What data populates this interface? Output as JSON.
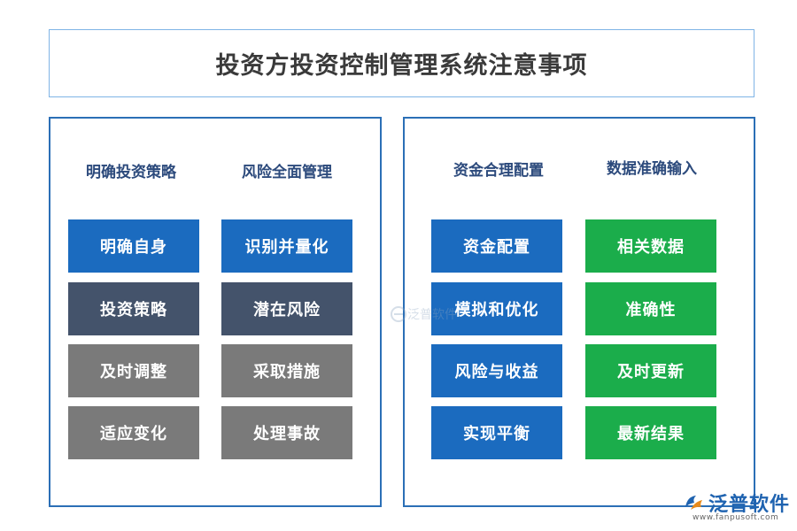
{
  "title": "投资方投资控制管理系统注意事项",
  "colors": {
    "blue": "#1b6bbf",
    "dark": "#44536b",
    "gray": "#7a7a7a",
    "green": "#1bad4b",
    "border": "#2b6fb6"
  },
  "columns": [
    {
      "heading": "明确投资策略",
      "items": [
        "明确自身",
        "投资策略",
        "及时调整",
        "适应变化"
      ]
    },
    {
      "heading": "风险全面管理",
      "items": [
        "识别并量化",
        "潜在风险",
        "采取措施",
        "处理事故"
      ]
    },
    {
      "heading": "资金合理配置",
      "items": [
        "资金配置",
        "模拟和优化",
        "风险与收益",
        "实现平衡"
      ]
    },
    {
      "heading": "数据准确输入",
      "items": [
        "相关数据",
        "准确性",
        "及时更新",
        "最新结果"
      ]
    }
  ],
  "watermark": {
    "text": "泛普软件"
  },
  "logo": {
    "text": "泛普软件",
    "url": "www.fanpusoft.com"
  }
}
